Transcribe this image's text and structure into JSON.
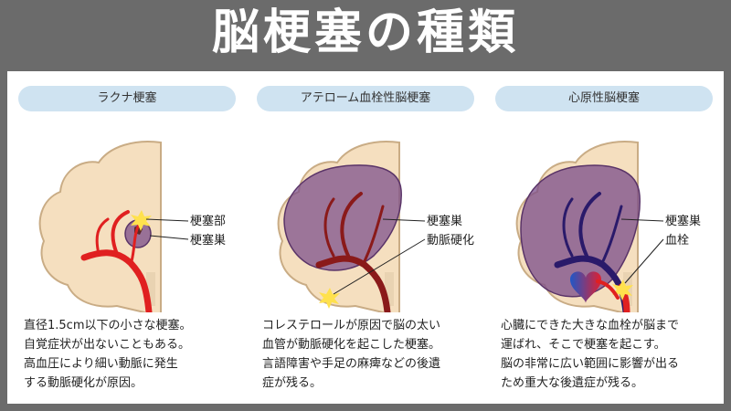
{
  "title": "脳梗塞の種類",
  "colors": {
    "artery": "#e02020",
    "brain": "#f5dfbf",
    "infarct": "#7a4c8a",
    "header_pill": "#cfe3f1"
  },
  "types": [
    {
      "name": "ラクナ梗塞",
      "labels": [
        "梗塞部",
        "梗塞巣"
      ],
      "lines": [
        "直径1.5cm以下の小さな梗塞。",
        "自覚症状が出ないこともある。",
        "高血圧により細い動脈に発生",
        "する動脈硬化が原因。"
      ]
    },
    {
      "name": "アテローム血栓性脳梗塞",
      "labels": [
        "梗塞巣",
        "動脈硬化"
      ],
      "lines": [
        "コレステロールが原因で脳の太い",
        "血管が動脈硬化を起こした梗塞。",
        "言語障害や手足の麻痺などの後遺",
        "症が残る。"
      ]
    },
    {
      "name": "心原性脳梗塞",
      "labels": [
        "梗塞巣",
        "血栓"
      ],
      "lines": [
        "心臓にできた大きな血栓が脳まで",
        "運ばれ、そこで梗塞を起こす。",
        "脳の非常に広い範囲に影響が出る",
        "ため重大な後遺症が残る。"
      ]
    }
  ]
}
